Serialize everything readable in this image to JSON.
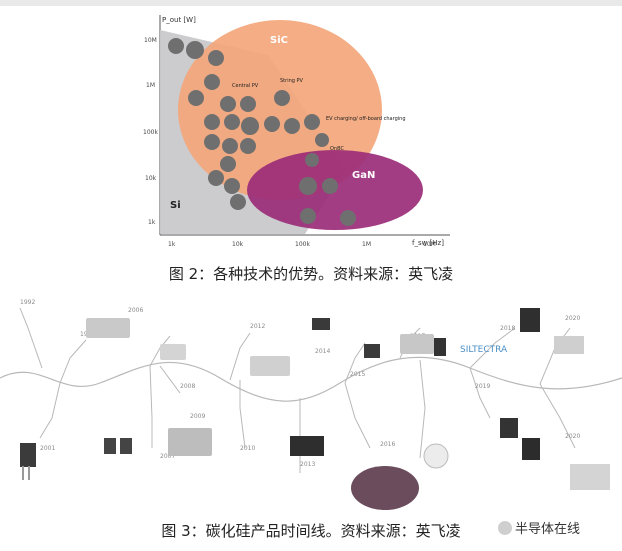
{
  "figure2": {
    "y_axis_label": "P_out [W]",
    "x_axis_label": "f_sw [Hz]",
    "y_ticks": [
      "10M",
      "1M",
      "100k",
      "10k",
      "1k"
    ],
    "x_ticks": [
      "1k",
      "10k",
      "100k",
      "1M",
      "10M"
    ],
    "regions": {
      "sic": "SiC",
      "gan": "GaN",
      "si": "Si"
    },
    "app_labels": {
      "central_pv": "Central PV",
      "string_pv": "String PV",
      "ev_charging": "EV charging/ off-board charging",
      "obc": "OnBC"
    },
    "colors": {
      "si": "#c9c9cc",
      "sic": "#f3a67a",
      "gan": "#9b2c78"
    }
  },
  "caption2": "图 2：各种技术的优势。资料来源：英飞凌",
  "figure3": {
    "years": [
      "1992",
      "1998",
      "2001",
      "2006",
      "2007",
      "2008",
      "2009",
      "2010",
      "2012",
      "2013",
      "2014",
      "2015",
      "2016",
      "2017",
      "2018",
      "2019",
      "2020",
      "2020"
    ],
    "brand": "SILTECTRA",
    "colors": {
      "line": "#b8b8b8",
      "year": "#8a8a8a"
    }
  },
  "caption3": "图 3：碳化硅产品时间线。资料来源：英飞凌",
  "watermark": "半导体在线"
}
